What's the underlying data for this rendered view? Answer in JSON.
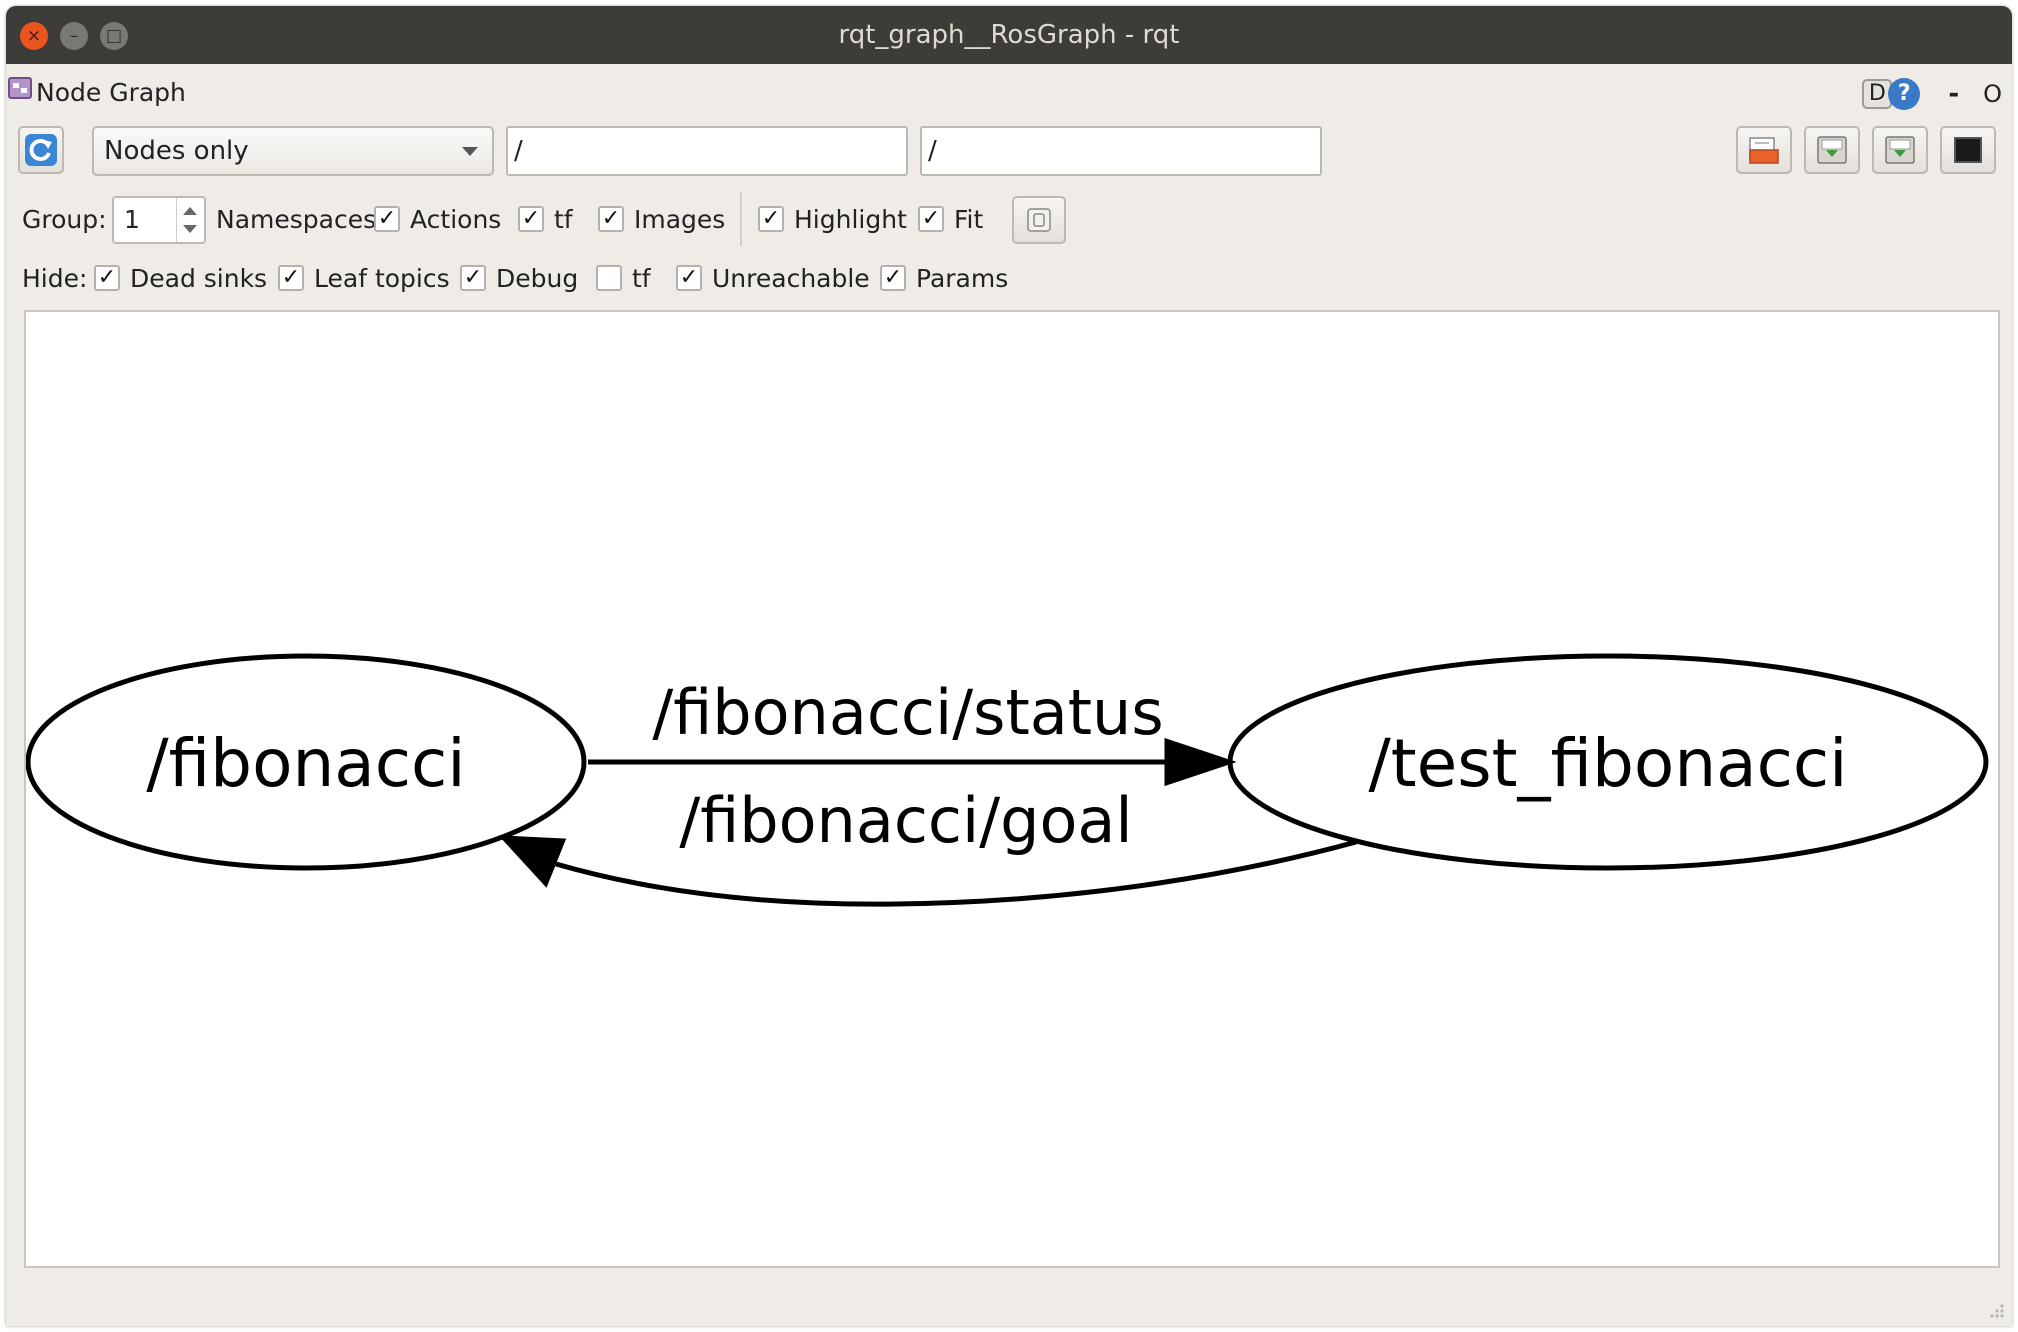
{
  "window": {
    "title": "rqt_graph__RosGraph - rqt",
    "close_glyph": "×",
    "minimize_glyph": "–",
    "maximize_glyph": "□"
  },
  "dock": {
    "title": "Node Graph",
    "d_button": "D",
    "help_button": "?",
    "dash_button": "-",
    "o_button": "O"
  },
  "toolbar": {
    "filter_mode": "Nodes only",
    "ns_filter": "/",
    "topic_filter": "/"
  },
  "group_row": {
    "group_label": "Group:",
    "group_value": "1",
    "namespaces_label": "Namespaces",
    "options": [
      {
        "label": "Actions",
        "checked": true
      },
      {
        "label": "tf",
        "checked": true
      },
      {
        "label": "Images",
        "checked": true
      },
      {
        "label": "Highlight",
        "checked": true
      },
      {
        "label": "Fit",
        "checked": true
      }
    ]
  },
  "hide_row": {
    "hide_label": "Hide:",
    "options": [
      {
        "label": "Dead sinks",
        "checked": true
      },
      {
        "label": "Leaf topics",
        "checked": true
      },
      {
        "label": "Debug",
        "checked": true
      },
      {
        "label": "tf",
        "checked": false
      },
      {
        "label": "Unreachable",
        "checked": true
      },
      {
        "label": "Params",
        "checked": true
      }
    ]
  },
  "graph": {
    "nodes": [
      "/fibonacci",
      "/test_fibonacci"
    ],
    "edges": [
      {
        "label": "/fibonacci/status",
        "from": "/fibonacci",
        "to": "/test_fibonacci"
      },
      {
        "label": "/fibonacci/goal",
        "from": "/test_fibonacci",
        "to": "/fibonacci"
      }
    ]
  },
  "check_glyph": "✓",
  "colors": {
    "titlebar": "#3d3c38",
    "window_bg": "#efebe7",
    "close_button": "#e95420",
    "help_icon": "#3a78c8"
  }
}
